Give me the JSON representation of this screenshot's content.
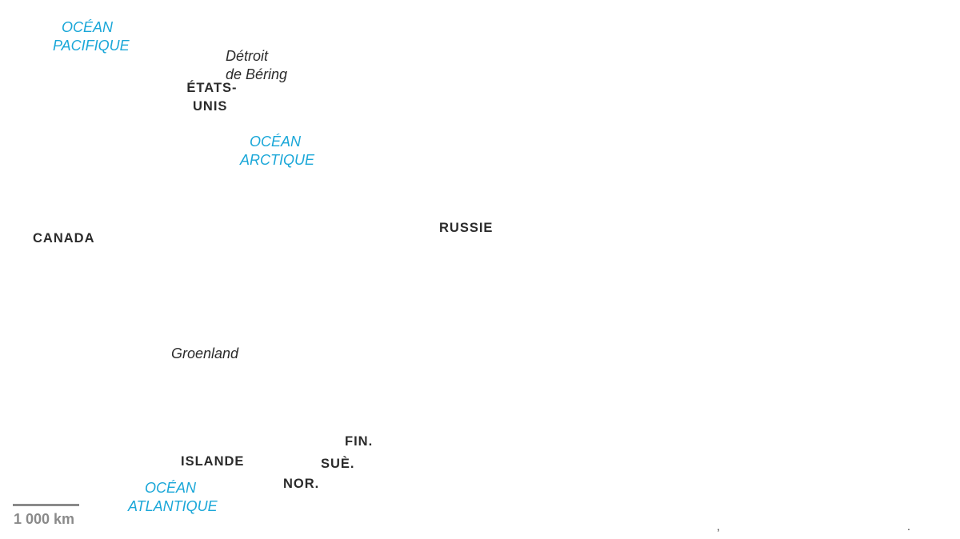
{
  "map": {
    "oceans": {
      "pacific": [
        "OCÉAN",
        "PACIFIQUE"
      ],
      "arctic": [
        "OCÉAN",
        "ARCTIQUE"
      ],
      "atlantic": [
        "OCÉAN",
        "ATLANTIQUE"
      ]
    },
    "countries": {
      "usa": [
        "ÉTATS-",
        "UNIS"
      ],
      "canada": "CANADA",
      "russia": "RUSSIE",
      "iceland": "ISLANDE",
      "finland": "FIN.",
      "sweden": "SUÈ.",
      "norway": "NOR."
    },
    "places": {
      "bering": [
        "Détroit",
        "de Béring"
      ],
      "greenland": "Groenland"
    },
    "scale": {
      "label": "1 000 km"
    },
    "marks": {
      "comma": ",",
      "dot": "."
    },
    "colors": {
      "ocean_label": "#1aa7d8",
      "country_label": "#2b2b2b",
      "scale": "#8a8a8a",
      "background": "#ffffff"
    }
  }
}
